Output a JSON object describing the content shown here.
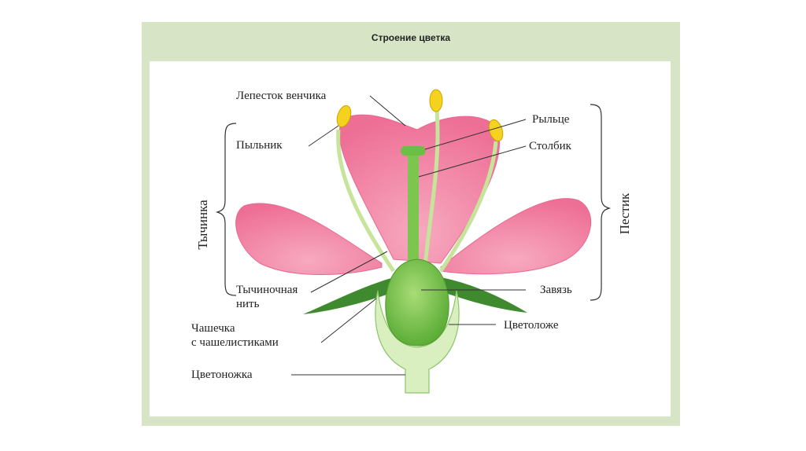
{
  "title": "Строение цветка",
  "labels": {
    "petal": "Лепесток венчика",
    "anther": "Пыльник",
    "stigma": "Рыльце",
    "style": "Столбик",
    "filament_line1": "Тычиночная",
    "filament_line2": "нить",
    "ovary": "Завязь",
    "calyx_line1": "Чашечка",
    "calyx_line2": "с чашелистиками",
    "receptacle": "Цветоложе",
    "pedicel": "Цветоножка"
  },
  "groups": {
    "stamen": "Тычинка",
    "pistil": "Пестик"
  },
  "colors": {
    "petal": "#f27ca0",
    "anther": "#f5d21e",
    "pistil": "#6cbf44",
    "receptacle": "#d9efc0",
    "sepal": "#4e9a3a",
    "panel": "#d7e4c6"
  }
}
